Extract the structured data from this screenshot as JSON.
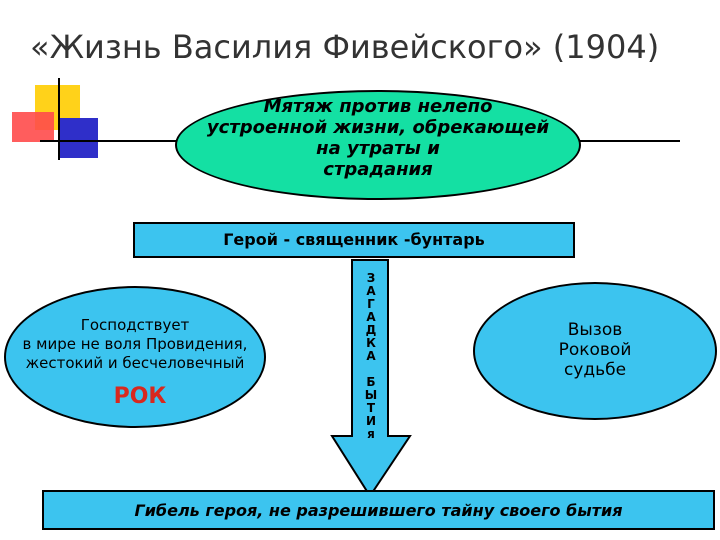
{
  "title": "«Жизнь Василия Фивейского» (1904)",
  "top_ellipse": {
    "lines": [
      "Мятяж против нелепо",
      "устроенной жизни, обрекающей",
      "на утраты и",
      "страдания"
    ],
    "color": "#14e0a3"
  },
  "hero_box": {
    "text": "Герой - священник -бунтарь",
    "color": "#3cc4ef"
  },
  "left_ellipse": {
    "lines": [
      "Господствует",
      "в мире не воля Провидения,",
      "жестокий и бесчеловечный"
    ],
    "highlight": "РОК",
    "highlight_color": "#d8281e"
  },
  "right_ellipse": {
    "lines": [
      "Вызов",
      "Роковой",
      "судьбе"
    ]
  },
  "arrow": {
    "letters": [
      "З",
      "А",
      "Г",
      "А",
      "Д",
      "К",
      "А",
      " ",
      "Б",
      "Ы",
      "Т",
      "И",
      "я"
    ],
    "color": "#3cc4ef"
  },
  "bottom_box": {
    "text": "Гибель героя, не разрешившего тайну своего бытия"
  },
  "decoration": {
    "colors": [
      "#ffd21a",
      "#ff4b4b",
      "#2f2fc9"
    ]
  }
}
